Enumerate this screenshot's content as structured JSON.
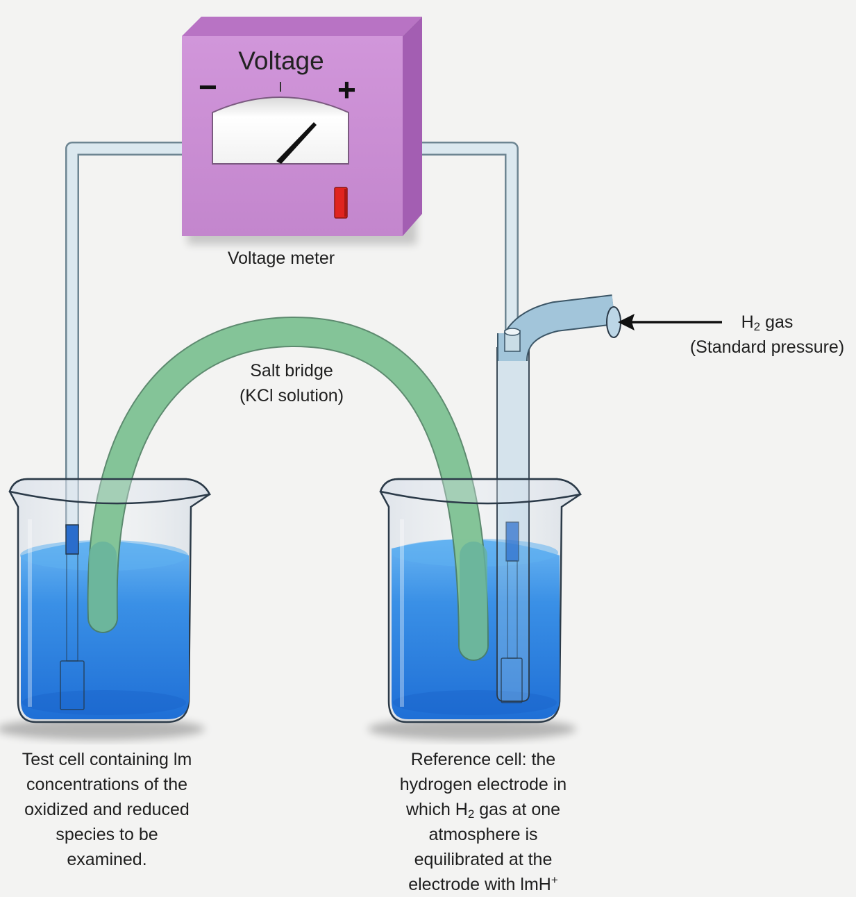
{
  "meter": {
    "title": "Voltage",
    "minus": "−",
    "plus": "+",
    "caption": "Voltage meter"
  },
  "salt_bridge": {
    "line1": "Salt bridge",
    "line2": "(KCl solution)"
  },
  "gas": {
    "formula_h": "H",
    "formula_sub": "2",
    "formula_rest": "gas",
    "line2": "(Standard pressure)"
  },
  "test_cell": {
    "lines": [
      "Test cell containing lm",
      "concentrations of the",
      "oxidized and reduced",
      "species to be",
      "examined."
    ]
  },
  "reference_cell": {
    "line1": "Reference cell: the",
    "line2": "hydrogen electrode in",
    "line3_pre": "which H",
    "line3_sub": "2",
    "line3_post": " gas at one",
    "line4": "atmosphere is",
    "line5": "equilibrated at the",
    "line6_pre": "electrode with lmH",
    "line6_sup": "+"
  },
  "colors": {
    "meter_front": "#c98ed3",
    "meter_top": "#b36ec0",
    "meter_side": "#a45db3",
    "solution": "#2f86e4",
    "salt_bridge": "#86c79a",
    "wire": "#c9dde6",
    "switch": "#e0241f"
  }
}
